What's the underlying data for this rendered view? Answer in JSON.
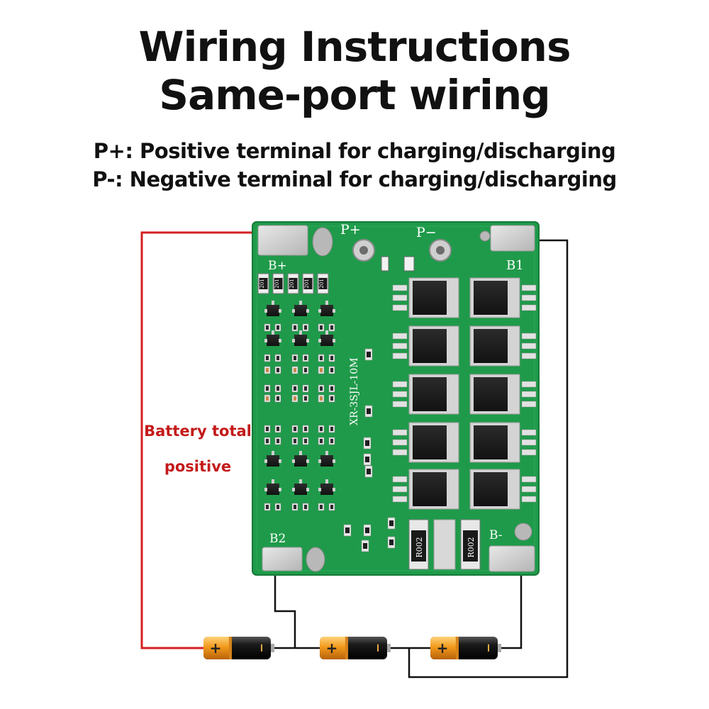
{
  "title": {
    "line1": "Wiring Instructions",
    "line2": "Same-port wiring"
  },
  "descriptions": {
    "p_plus": "P+: Positive terminal for charging/discharging",
    "p_minus": "P-: Negative terminal for charging/discharging"
  },
  "labels": {
    "battery_total_positive_line1": "Battery total",
    "battery_total_positive_line2": "positive"
  },
  "board": {
    "silk_p_plus": "P+",
    "silk_p_minus": "P−",
    "silk_b_plus": "B+",
    "silk_b1": "B1",
    "silk_b2": "B2",
    "silk_b_minus": "B-",
    "model": "XR-3SJL-10M",
    "resistor_code": "201",
    "shunt_code": "R002"
  },
  "batteries": [
    {
      "plus": "+",
      "minus": "−"
    },
    {
      "plus": "+",
      "minus": "−"
    },
    {
      "plus": "+",
      "minus": "−"
    }
  ],
  "colors": {
    "pcb": "#1f9a4a",
    "wire_red": "#d42020",
    "wire_black": "#111111",
    "label_red": "#c41a1a"
  }
}
